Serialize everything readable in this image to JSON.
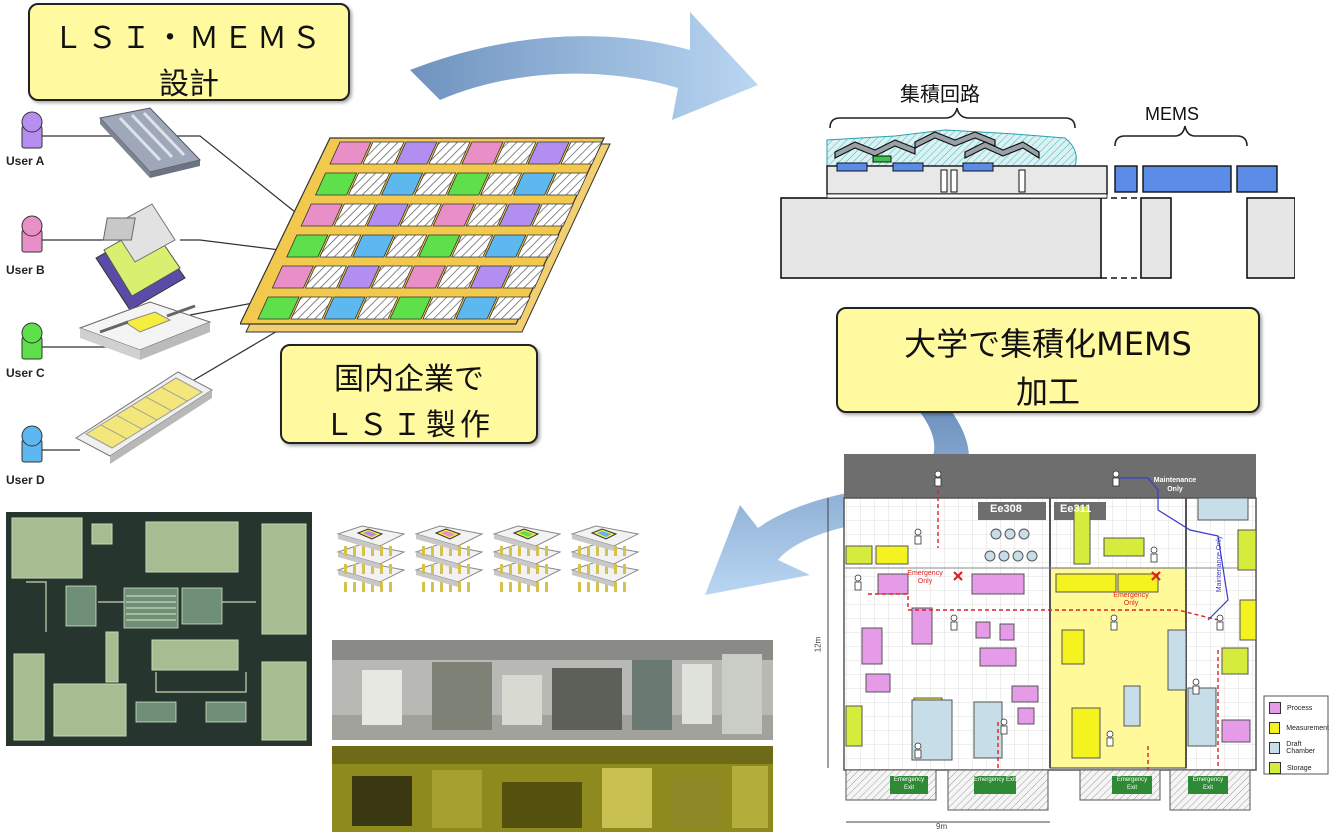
{
  "callouts": {
    "design_line1": "ＬＳＩ・ＭＥＭＳ",
    "design_line2": "設計",
    "manufacture_line1": "国内企業で",
    "manufacture_line2": "ＬＳＩ製作",
    "university_line1": "大学で集積化MEMS",
    "university_line2": "加工"
  },
  "users": [
    "User A",
    "User B",
    "User C",
    "User D"
  ],
  "cross_section": {
    "ic_label": "集積回路",
    "mems_label": "MEMS"
  },
  "floorplan": {
    "room_left": "Ee308",
    "room_right": "Ee311",
    "maintenance": "Maintenance Only",
    "maintenance_vertical": "Maintenance Only",
    "emergency_only_1": "Emergency Only",
    "emergency_only_2": "Emergency Only",
    "exit_1": "Emergency Exit",
    "exit_2": "Emergency Exit",
    "exit_3": "Emergency Exit",
    "exit_4": "Emergency Exit",
    "dim_height": "12m",
    "dim_width": "9m",
    "legend": [
      {
        "label": "Process",
        "color": "#e59be8"
      },
      {
        "label": "Measurement",
        "color": "#f4f320"
      },
      {
        "label": "Draft Chamber",
        "color": "#c7dde8"
      },
      {
        "label": "Storage",
        "color": "#d6ec3c"
      }
    ]
  },
  "colors": {
    "callout_bg": "#fff9a0",
    "arrow": "#8fb4dc",
    "wafer": "#f2c94c",
    "pink": "#e88fc8",
    "purple": "#b18ef0",
    "green": "#5ee04a",
    "blue": "#5eb8f0"
  }
}
